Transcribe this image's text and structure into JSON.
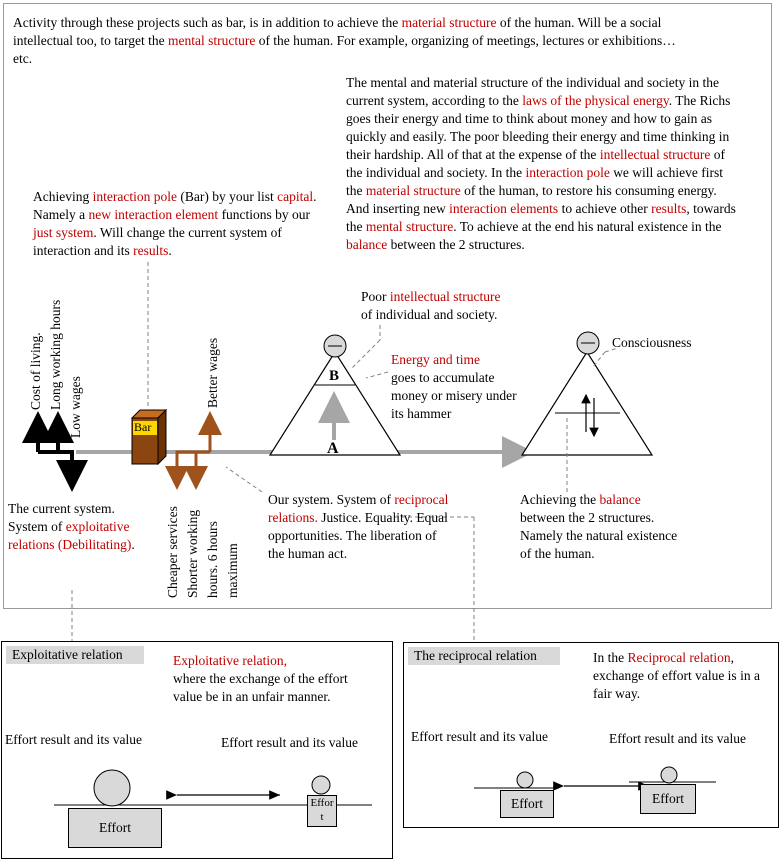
{
  "intro": {
    "p1_a": "Activity through these projects such as bar, is in addition to achieve the ",
    "p1_red1": "material structure",
    "p1_b": " of the human. Will be a social intellectual too, to target the ",
    "p1_red2": "mental structure",
    "p1_c": " of the human. For example, organizing of meetings, lectures or exhibitions…etc."
  },
  "right_block": {
    "t1": "The mental and material structure of the individual and society in the current system, according to the ",
    "r1": "laws of the physical energy",
    "t2": ". The Richs goes their energy and time to think about money and how to gain as quickly and easily. The poor bleeding their energy and time thinking in their hardship. All of that at the expense of the ",
    "r2": "intellectual structure",
    "t3": " of the individual and society. In the ",
    "r3": "interaction pole",
    "t4": " we will achieve first the ",
    "r4": "material structure",
    "t5": " of the human, to restore his consuming energy. And inserting new ",
    "r5": "interaction elements",
    "t6": " to achieve other ",
    "r6": "results",
    "t7": ", towards the ",
    "r7": "mental structure",
    "t8": ". To achieve at the end his natural existence in the ",
    "r8": "balance",
    "t9": " between the 2 structures."
  },
  "left_block": {
    "t1": "Achieving ",
    "r1": "interaction pole",
    "t2": " (Bar) by your list ",
    "r2": "capital",
    "t3": ". Namely a ",
    "r3": "new interaction element",
    "t4": " functions by our ",
    "r4": "just system",
    "t5": ". Will  change the current system of interaction and its ",
    "r5": "results",
    "t6": "."
  },
  "poor_block": {
    "t1": "Poor ",
    "r1": "intellectual structure",
    "t2": "of individual and society."
  },
  "energy_block": {
    "r1": "Energy and time",
    "t1": "goes to accumulate money or misery under its hammer"
  },
  "consciousness": "Consciousness",
  "vertical_labels": {
    "cost": "Cost of living.",
    "hours": "Long working hours",
    "wages": "Low wages",
    "better": "Better wages",
    "cheaper": "Cheaper  services",
    "shorter": "Shorter working",
    "hours6": "hours. 6 hours",
    "maximum": "maximum"
  },
  "bar_label": "Bar",
  "point_b": "B",
  "point_a": "A",
  "current_system": {
    "t1": "The current system. System of ",
    "r1": "exploitative relations (Debilitating)",
    "t2": "."
  },
  "our_system": {
    "t1": "Our system. System of ",
    "r1": "reciprocal relations.",
    "t2": " Justice. Equality.  Equal opportunities. The liberation of the human act."
  },
  "balance_block": {
    "t1": "Achieving the ",
    "r1": "balance",
    "t2": " between the 2 structures. Namely the natural existence of the human."
  },
  "exploit_box": {
    "tag": "Exploitative relation",
    "r1": "Exploitative relation,",
    "t1": "where the exchange of the effort value be in an unfair manner.",
    "left_label": "Effort result and its value",
    "right_label": "Effort result and its value",
    "big_effort": "Effort",
    "small_effort": "Effor t"
  },
  "recip_box": {
    "tag": "The reciprocal  relation",
    "t1": "In the ",
    "r1": "Reciprocal relation",
    "t2": ", exchange of effort value is in a fair way.",
    "left_label": "Effort result and its value",
    "right_label": "Effort result and its value",
    "left_effort": "Effort",
    "right_effort": "Effort"
  }
}
